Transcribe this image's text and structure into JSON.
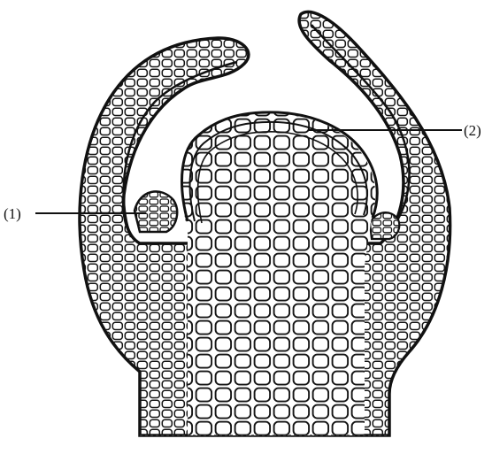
{
  "diagram": {
    "labels": [
      {
        "id": "label-1",
        "text": "(1)"
      },
      {
        "id": "label-2",
        "text": "(2)"
      }
    ]
  }
}
